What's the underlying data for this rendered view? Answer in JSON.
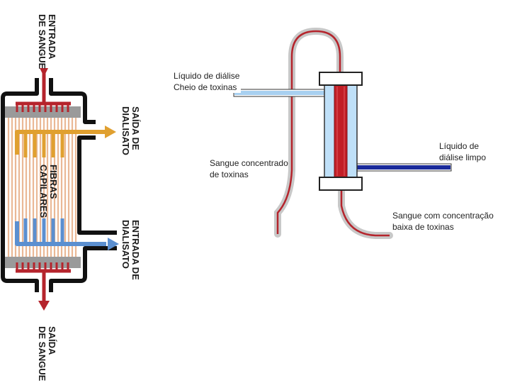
{
  "left_diagram": {
    "blood_in": [
      "ENTRADA",
      "DE SANGUE"
    ],
    "dialysate_out": [
      "SAÍDA DE",
      "DIALISATO"
    ],
    "fibers": [
      "FIBRAS",
      "CAPILARES"
    ],
    "dialysate_in": [
      "ENTRADA DE",
      "DIALISATO"
    ],
    "blood_out": [
      "SAÍDA",
      "DE SANGUE"
    ]
  },
  "right_diagram": {
    "dirty_dialysate": [
      "Líquido de diálise",
      "Cheio de toxinas"
    ],
    "clean_dialysate": [
      "Líquido de",
      "diálise limpo"
    ],
    "blood_toxic": [
      "Sangue concentrado",
      "de toxinas"
    ],
    "blood_clean": [
      "Sangue com concentração",
      "baixa de toxinas"
    ]
  },
  "colors": {
    "blood": "#b5242c",
    "dialysate_out": "#e0a030",
    "dialysate_in": "#5b8fd0",
    "fiber": "#f0c8a8",
    "housing": "#111111",
    "seal": "#9a9a9a",
    "clean_line": "#1a2a9a",
    "dirty_line": "#a8d0f0"
  }
}
